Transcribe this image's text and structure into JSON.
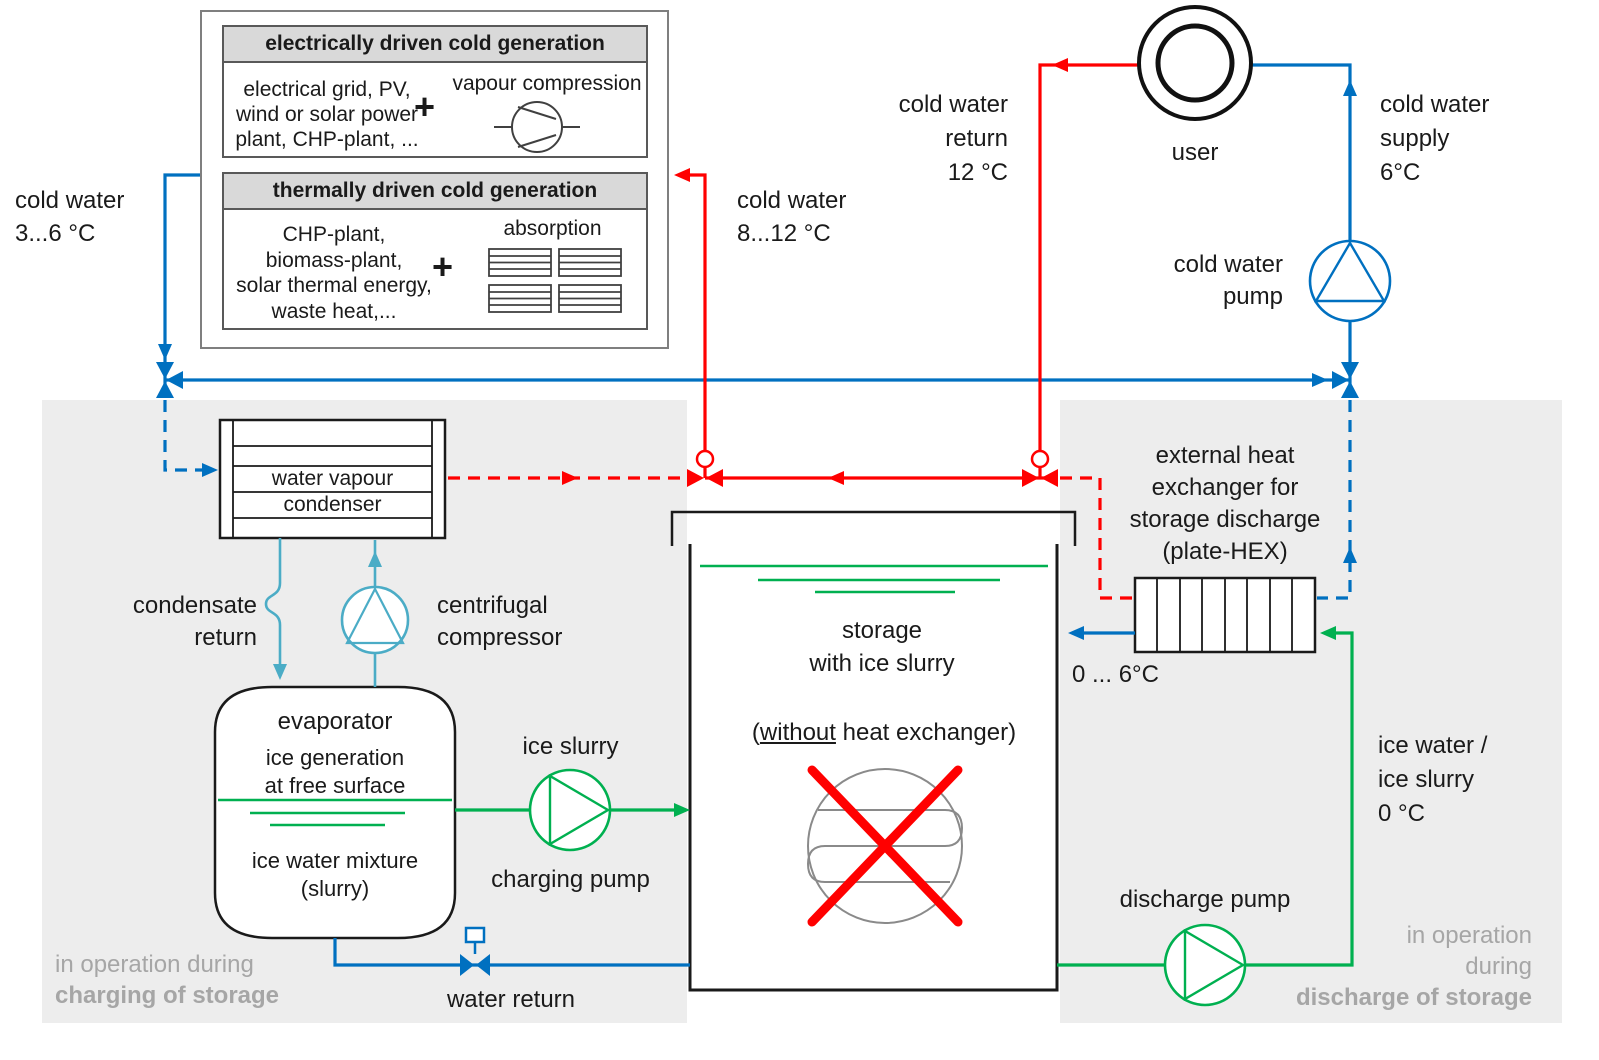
{
  "colors": {
    "pipe_blue": "#0070C0",
    "pipe_red": "#FF0000",
    "pipe_green": "#00B050",
    "refrigerant_cyan": "#4BACC6",
    "note_gray": "#A6A6A6",
    "header_bg": "#D9D9D9",
    "region_bg": "#EDEDED"
  },
  "generation_box": {
    "electric": {
      "header": "electrically driven cold generation",
      "source_lines": [
        "electrical grid, PV,",
        "wind or solar power",
        "plant, CHP-plant, ..."
      ],
      "plus": "+",
      "method": "vapour compression"
    },
    "thermal": {
      "header": "thermally driven cold generation",
      "source_lines": [
        "CHP-plant,",
        "biomass-plant,",
        "solar thermal energy,",
        "waste heat,..."
      ],
      "plus": "+",
      "method": "absorption"
    }
  },
  "network": {
    "supply_gen": [
      "cold water",
      "3...6 °C"
    ],
    "return_gen": [
      "cold water",
      "8...12 °C"
    ],
    "user_return": [
      "cold water",
      "return",
      "12 °C"
    ],
    "user": "user",
    "user_supply": [
      "cold water",
      "supply",
      "6°C"
    ],
    "pump": [
      "cold water",
      "pump"
    ]
  },
  "chiller": {
    "condenser": [
      "water vapour",
      "condenser"
    ],
    "condensate": [
      "condensate",
      "return"
    ],
    "compressor": [
      "centrifugal",
      "compressor"
    ],
    "evaporator": "evaporator",
    "evap_sub1": [
      "ice generation",
      "at free surface"
    ],
    "evap_sub2": [
      "ice water mixture",
      "(slurry)"
    ]
  },
  "charging": {
    "ice_slurry": "ice slurry",
    "pump": "charging pump",
    "water_return": "water return",
    "note": [
      "in operation during",
      "charging of storage"
    ]
  },
  "storage": {
    "title": [
      "storage",
      "with ice slurry"
    ],
    "without_open": "(",
    "without_word": "without",
    "without_rest": " heat exchanger)"
  },
  "discharge": {
    "hex": [
      "external heat",
      "exchanger for",
      "storage discharge",
      "(plate-HEX)"
    ],
    "temp_out": "0 ... 6°C",
    "ice_water": [
      "ice water /",
      "ice slurry",
      "0 °C"
    ],
    "pump": "discharge pump",
    "note": [
      "in operation",
      "during",
      "discharge of storage"
    ]
  }
}
